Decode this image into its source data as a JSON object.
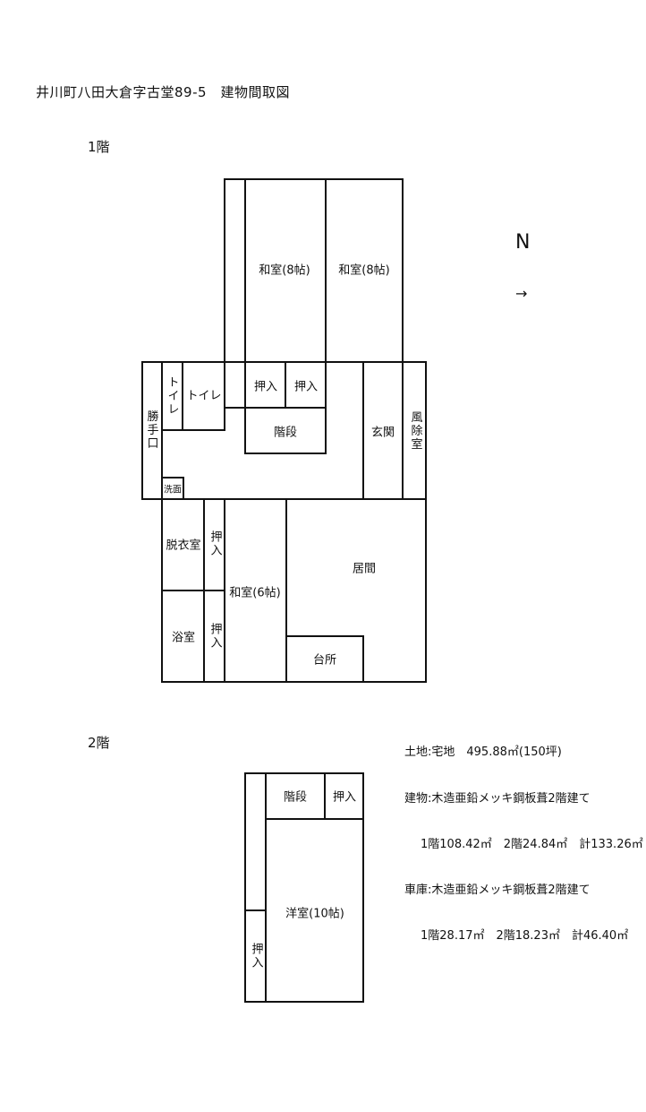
{
  "title": "井川町八田大倉字古堂89-5　建物間取図",
  "floor1": {
    "label": "1階",
    "rooms": {
      "washitsu8_a": "和室(8帖)",
      "washitsu8_b": "和室(8帖)",
      "oshiire_1": "押入",
      "oshiire_2": "押入",
      "kaidan": "階段",
      "toilet_v": "トイレ",
      "toilet_h": "トイレ",
      "katteguchi": "勝手口",
      "senmen": "洗面",
      "genkan": "玄関",
      "fujoshitsu": "風除室",
      "datsuishitsu": "脱衣室",
      "oshiire_3": "押入",
      "yokushitsu": "浴室",
      "oshiire_4": "押入",
      "washitsu6": "和室(6帖)",
      "ima": "居間",
      "daidokoro": "台所"
    }
  },
  "floor2": {
    "label": "2階",
    "rooms": {
      "kaidan": "階段",
      "oshiire_top": "押入",
      "yoshitsu": "洋室(10帖)",
      "oshiire_side": "押入"
    }
  },
  "north": {
    "letter": "N",
    "arrow": "→"
  },
  "info": {
    "land": "土地:宅地　495.88㎡(150坪)",
    "building": "建物:木造亜鉛メッキ鋼板葺2階建て",
    "building_areas": "1階108.42㎡　2階24.84㎡　計133.26㎡",
    "garage": "車庫:木造亜鉛メッキ鋼板葺2階建て",
    "garage_areas": "1階28.17㎡　2階18.23㎡　計46.40㎡"
  }
}
